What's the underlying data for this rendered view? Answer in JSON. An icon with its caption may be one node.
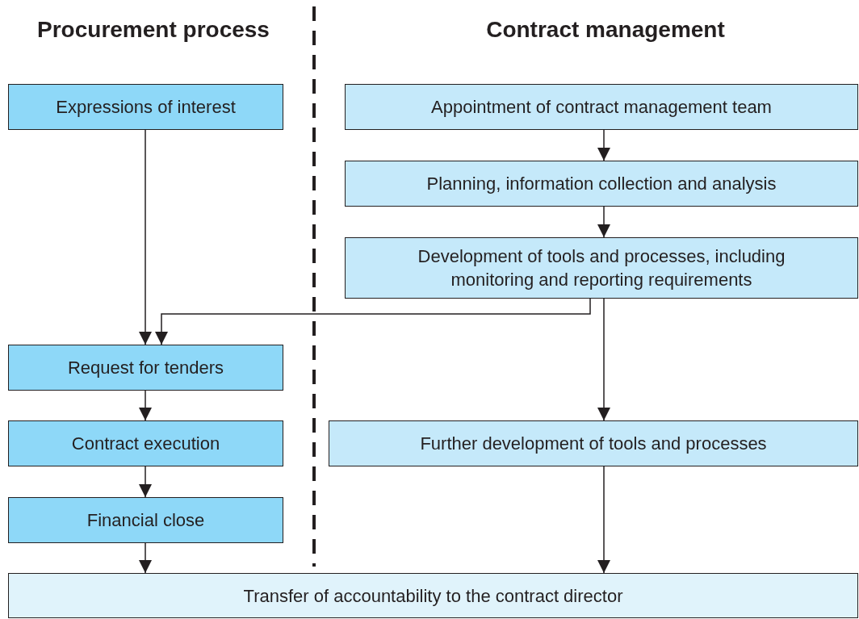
{
  "diagram": {
    "nodes": [
      {
        "text": [
          "Expressions of interest"
        ]
      },
      {
        "text": [
          "Appointment of contract management team"
        ]
      },
      {
        "text": [
          "Planning, information collection and analysis"
        ]
      },
      {
        "text": [
          "Development of tools and processes, including monitoring and reporting requirements"
        ]
      },
      {
        "text": [
          "Request for tenders"
        ]
      },
      {
        "text": [
          "Contract execution"
        ]
      },
      {
        "text": [
          "Financial close"
        ]
      },
      {
        "text": [
          "Further development of tools and processes"
        ]
      },
      {
        "text": [
          "Transfer of accountability to the contract director"
        ]
      }
    ],
    "edges": [
      {
        "from": 0,
        "to": 4,
        "arrow": "to"
      },
      {
        "from": 1,
        "to": 2,
        "arrow": "to"
      },
      {
        "from": 2,
        "to": 3,
        "arrow": "to"
      },
      {
        "from": 3,
        "to": 4,
        "arrow": "to"
      },
      {
        "from": 3,
        "to": 7,
        "arrow": "to"
      },
      {
        "from": 4,
        "to": 5,
        "arrow": "to"
      },
      {
        "from": 5,
        "to": 6,
        "arrow": "to"
      },
      {
        "from": 6,
        "to": 8,
        "arrow": "to"
      },
      {
        "from": 7,
        "to": 8,
        "arrow": "to"
      }
    ],
    "labels": [
      "Procurement process",
      "Contract management"
    ]
  }
}
